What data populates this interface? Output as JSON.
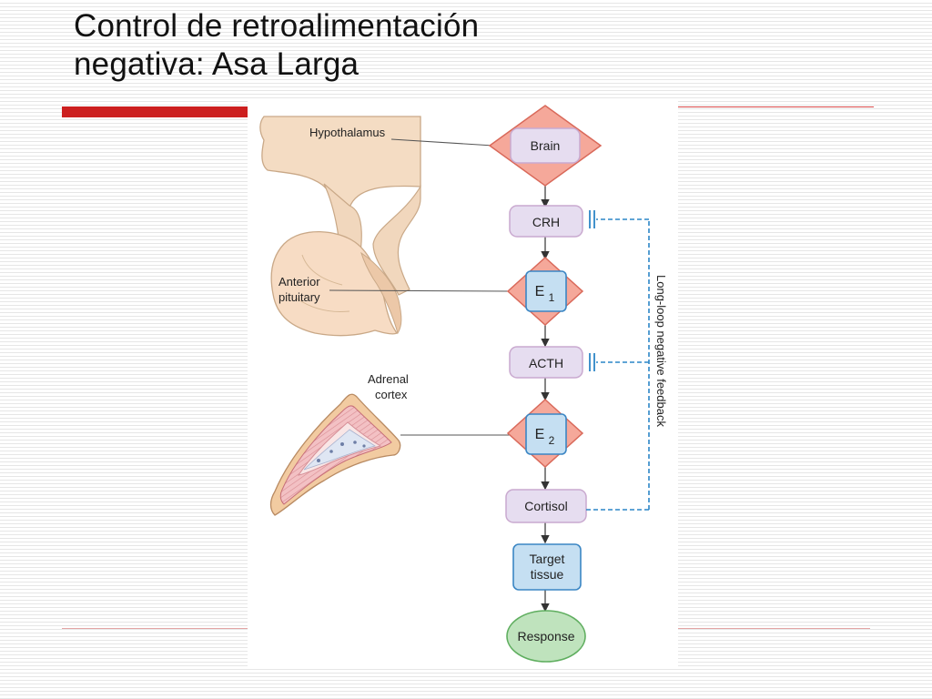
{
  "slide": {
    "title_line1": "Control de retroalimentación",
    "title_line2": "negativa: Asa Larga",
    "accent_color": "#cc1f1f"
  },
  "figure": {
    "anatomy_labels": {
      "hypothalamus": "Hypothalamus",
      "anterior_pituitary_1": "Anterior",
      "anterior_pituitary_2": "pituitary",
      "adrenal_cortex_1": "Adrenal",
      "adrenal_cortex_2": "cortex"
    },
    "flow": {
      "brain": "Brain",
      "crh": "CRH",
      "e1_letter": "E",
      "e1_sub": "1",
      "acth": "ACTH",
      "e2_letter": "E",
      "e2_sub": "2",
      "cortisol": "Cortisol",
      "target_1": "Target",
      "target_2": "tissue",
      "response": "Response"
    },
    "feedback_label": "Long-loop negative feedback",
    "colors": {
      "diamond_fill": "#f5a89a",
      "diamond_stroke": "#d9695a",
      "hormone_fill": "#e6ddf0",
      "hormone_stroke": "#c9a9cf",
      "endocrine_fill": "#c5dff2",
      "endocrine_stroke": "#3b86c4",
      "response_fill": "#bfe3bd",
      "response_stroke": "#5fae5f",
      "feedback_line": "#2c86c7"
    }
  }
}
